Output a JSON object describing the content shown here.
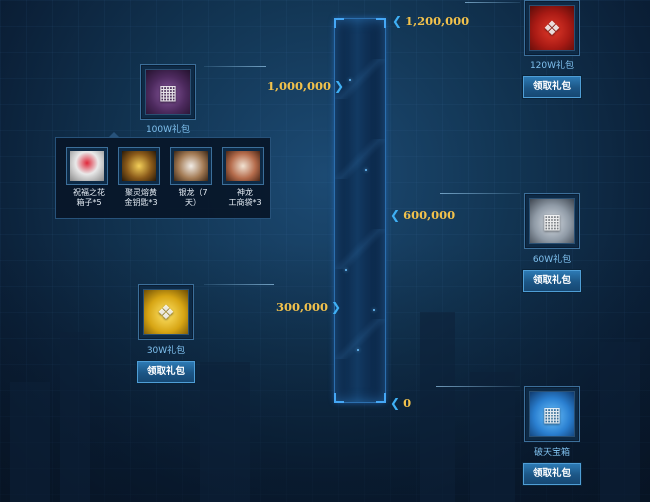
{
  "progress": {
    "current": 0,
    "max": 1200000,
    "fill_fraction": 0
  },
  "milestones": [
    {
      "label": "1,200,000",
      "value": 1200000
    },
    {
      "label": "1,000,000",
      "value": 1000000
    },
    {
      "label": "600,000",
      "value": 600000
    },
    {
      "label": "300,000",
      "value": 300000
    },
    {
      "label": "0",
      "value": 0
    }
  ],
  "rewards": {
    "r120w": {
      "name": "120W礼包",
      "icon": "red-gift-chest-icon",
      "button": "领取礼包"
    },
    "r100w": {
      "name": "100W礼包",
      "icon": "purple-chest-icon"
    },
    "r60w": {
      "name": "60W礼包",
      "icon": "silver-chest-icon",
      "button": "领取礼包"
    },
    "r30w": {
      "name": "30W礼包",
      "icon": "gold-gift-box-icon",
      "button": "领取礼包"
    },
    "r0": {
      "name": "破天宝箱",
      "icon": "blue-chest-icon",
      "button": "领取礼包"
    }
  },
  "tooltip_items": [
    {
      "line1": "祝福之花",
      "line2": "箱子*5",
      "icon": "flower-box-icon"
    },
    {
      "line1": "聚灵熔黄",
      "line2": "金钥匙*3",
      "icon": "golden-key-icon"
    },
    {
      "line1": "银龙（7",
      "line2": "天）",
      "icon": "fur-coat-icon"
    },
    {
      "line1": "神龙",
      "line2": "工商袋*3",
      "icon": "scroll-bag-icon"
    }
  ],
  "colors": {
    "milestone_text": "#f2c24c",
    "arrow": "#3fb0f5",
    "reward_name": "#7fc0ee",
    "button_bg": "#1c5686"
  }
}
